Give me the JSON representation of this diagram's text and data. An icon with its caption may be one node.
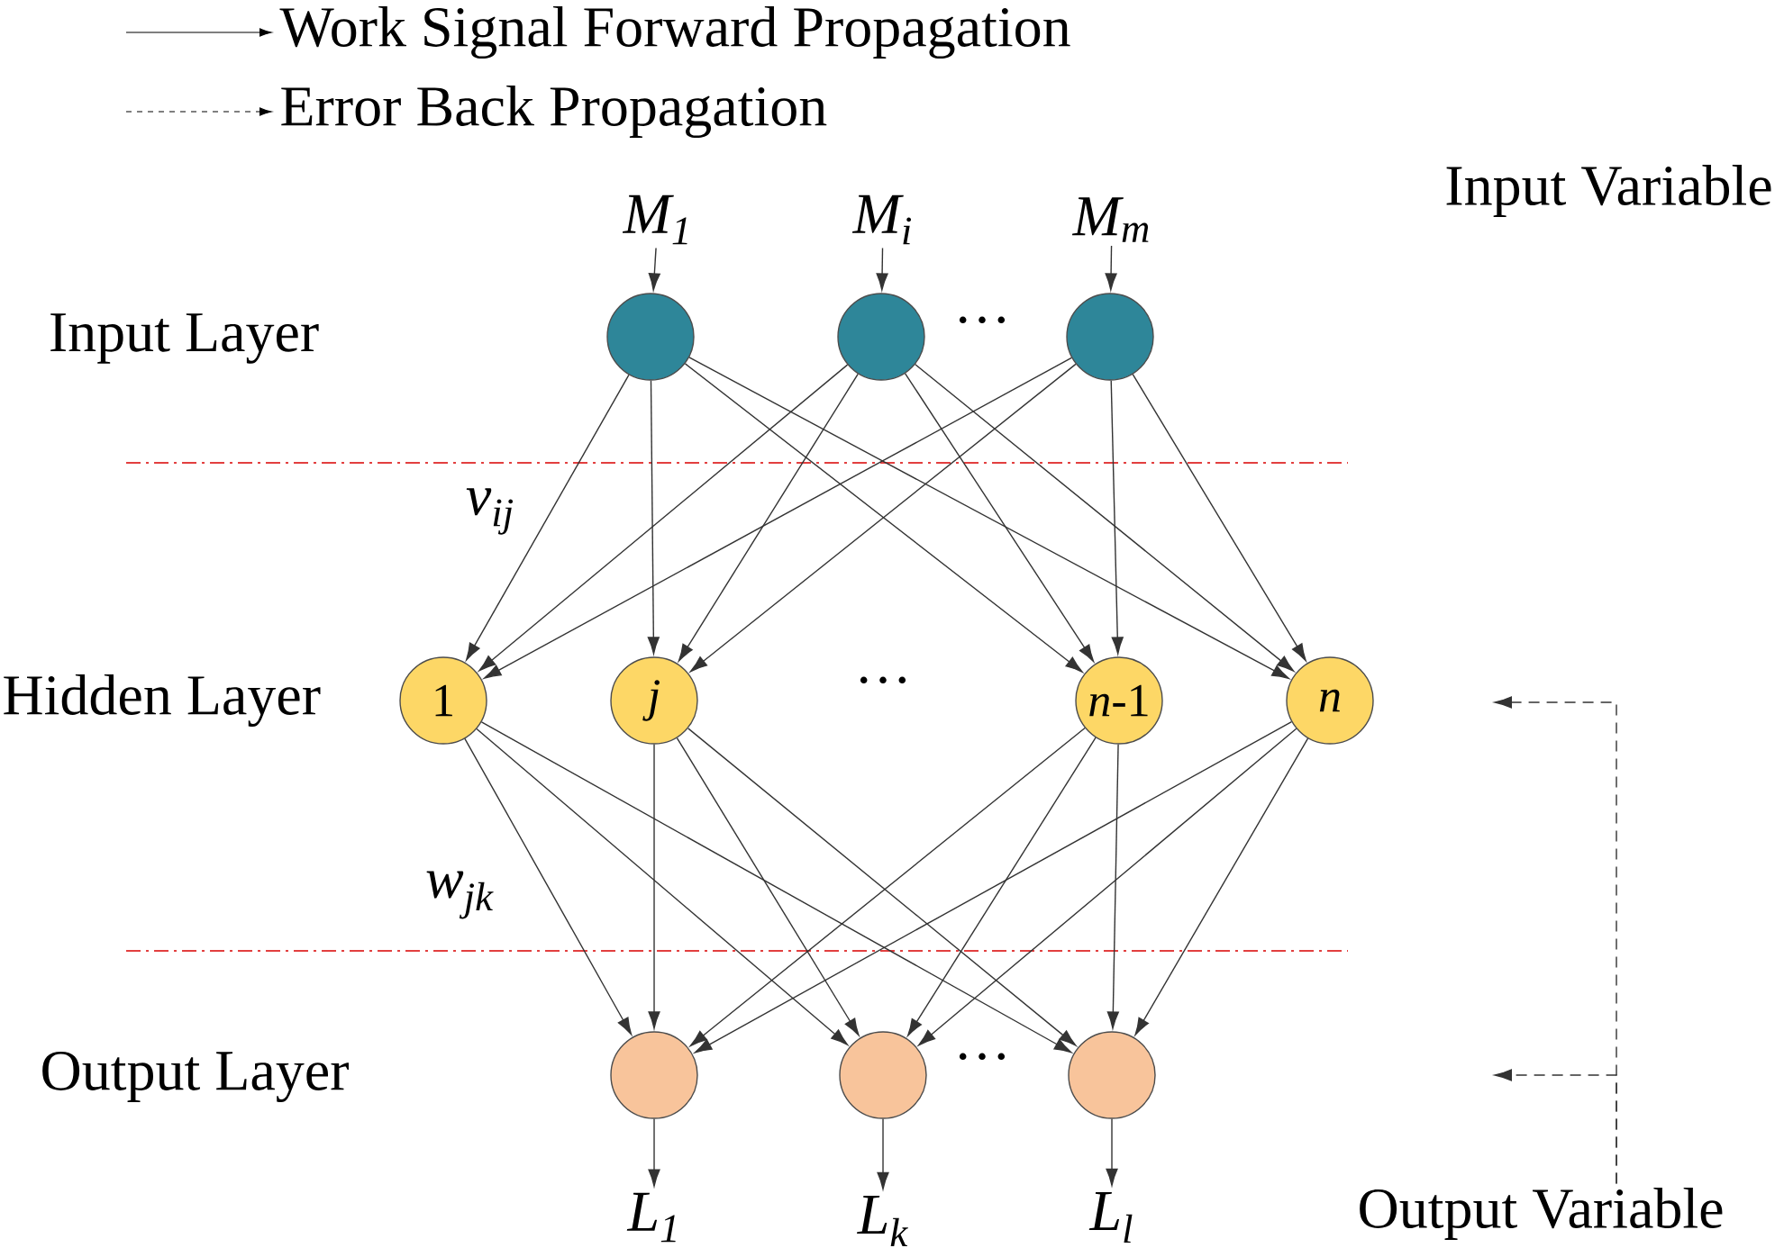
{
  "diagram": {
    "nodes": [
      {
        "text": [
          "M$_{1}$"
        ]
      },
      {
        "text": [
          "M$_{i}$"
        ]
      },
      {
        "text": [
          "M$_{m}$"
        ]
      },
      {
        "text": [],
        "shape": "circle"
      },
      {
        "text": [],
        "shape": "circle"
      },
      {
        "text": [],
        "shape": "circle"
      },
      {
        "text": [
          "1"
        ]
      },
      {
        "text": [
          "j"
        ]
      },
      {
        "text": [
          "*n*-1"
        ]
      },
      {
        "text": [
          "n"
        ]
      },
      {
        "text": [],
        "shape": "circle"
      },
      {
        "text": [],
        "shape": "circle"
      },
      {
        "text": [],
        "shape": "circle"
      },
      {
        "text": [
          "L$_{1}$"
        ]
      },
      {
        "text": [
          "L$_{k}$"
        ]
      },
      {
        "text": [
          "L$_{l}$"
        ]
      },
      {
        "text": [
          "Output Variable"
        ]
      }
    ],
    "edges": [
      {
        "from": 0,
        "to": 3,
        "arrow": "to"
      },
      {
        "from": 1,
        "to": 4,
        "arrow": "to"
      },
      {
        "from": 2,
        "to": 5,
        "arrow": "to"
      },
      {
        "from": 3,
        "to": 6,
        "arrow": "to"
      },
      {
        "from": 3,
        "to": 7,
        "arrow": "to"
      },
      {
        "from": 3,
        "to": 8,
        "arrow": "to"
      },
      {
        "from": 3,
        "to": 9,
        "arrow": "to"
      },
      {
        "from": 4,
        "to": 6,
        "arrow": "to"
      },
      {
        "from": 4,
        "to": 7,
        "arrow": "to"
      },
      {
        "from": 4,
        "to": 8,
        "arrow": "to"
      },
      {
        "from": 4,
        "to": 9,
        "arrow": "to"
      },
      {
        "from": 5,
        "to": 6,
        "arrow": "to"
      },
      {
        "from": 5,
        "to": 7,
        "arrow": "to"
      },
      {
        "from": 5,
        "to": 8,
        "arrow": "to"
      },
      {
        "from": 5,
        "to": 9,
        "arrow": "to"
      },
      {
        "from": 6,
        "to": 10,
        "arrow": "to"
      },
      {
        "from": 6,
        "to": 11,
        "arrow": "to"
      },
      {
        "from": 6,
        "to": 12,
        "arrow": "to"
      },
      {
        "from": 7,
        "to": 10,
        "arrow": "to"
      },
      {
        "from": 7,
        "to": 11,
        "arrow": "to"
      },
      {
        "from": 7,
        "to": 12,
        "arrow": "to"
      },
      {
        "from": 8,
        "to": 10,
        "arrow": "to"
      },
      {
        "from": 8,
        "to": 11,
        "arrow": "to"
      },
      {
        "from": 8,
        "to": 12,
        "arrow": "to"
      },
      {
        "from": 9,
        "to": 10,
        "arrow": "to"
      },
      {
        "from": 9,
        "to": 11,
        "arrow": "to"
      },
      {
        "from": 9,
        "to": 12,
        "arrow": "to"
      },
      {
        "from": 10,
        "to": 13,
        "arrow": "to"
      },
      {
        "from": 11,
        "to": 14,
        "arrow": "to"
      },
      {
        "from": 12,
        "to": 15,
        "arrow": "to"
      },
      {
        "from": 16,
        "to": null,
        "arrow": "to",
        "style": "dashed"
      },
      {
        "from": 16,
        "to": null,
        "arrow": "to",
        "style": "dashed"
      }
    ],
    "labels": [
      "Input Variable",
      "Input Layer",
      "Hidden Layer",
      "Output Layer",
      "···",
      "···",
      "···",
      "v$_{ij}$",
      "w$_{jk}$"
    ],
    "legend": [
      {
        "text": "Work Signal Forward Propagation"
      },
      {
        "text": "Error Back Propagation"
      }
    ]
  }
}
